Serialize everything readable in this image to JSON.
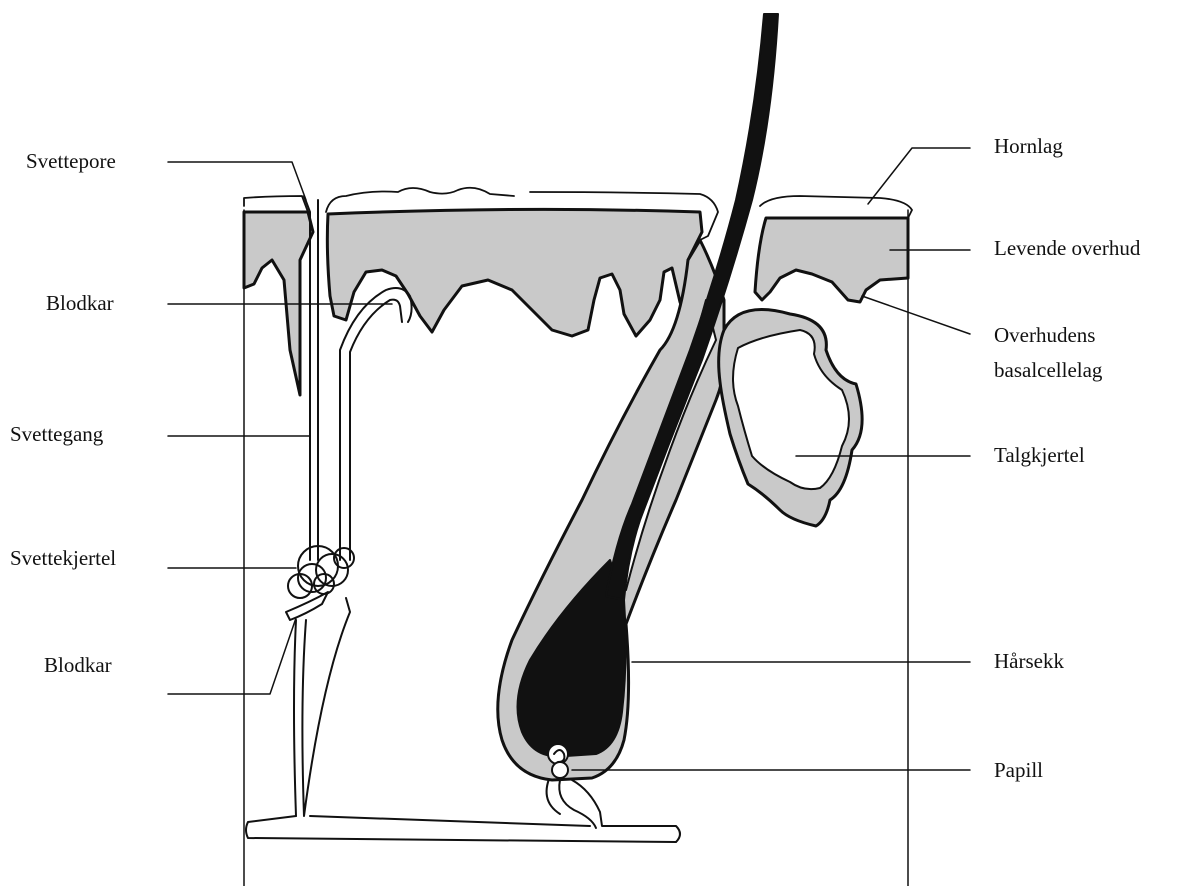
{
  "diagram": {
    "labels_left": [
      {
        "id": "svettepore",
        "text": "Svettepore"
      },
      {
        "id": "blodkar-top",
        "text": "Blodkar"
      },
      {
        "id": "svettegang",
        "text": "Svettegang"
      },
      {
        "id": "svettekjertel",
        "text": "Svettekjertel"
      },
      {
        "id": "blodkar-bottom",
        "text": "Blodkar"
      }
    ],
    "labels_right": [
      {
        "id": "hornlag",
        "text": "Hornlag"
      },
      {
        "id": "levende-overhud",
        "text": "Levende overhud"
      },
      {
        "id": "overhudens",
        "text": "Overhudens"
      },
      {
        "id": "basalcellelag",
        "text": "basalcellelag"
      },
      {
        "id": "talgkjertel",
        "text": "Talgkjertel"
      },
      {
        "id": "harsekk",
        "text": "Hårsekk"
      },
      {
        "id": "papill",
        "text": "Papill"
      }
    ],
    "colors": {
      "ink": "#111111",
      "epidermis_fill": "#c9c9c9",
      "hair": "#111111",
      "background": "#ffffff"
    }
  }
}
